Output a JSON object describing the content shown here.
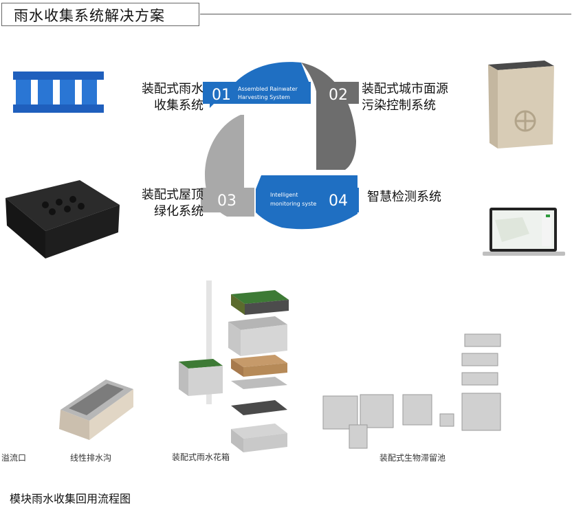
{
  "header": {
    "title": "雨水收集系统解决方案"
  },
  "cycle": {
    "q1": {
      "num": "01",
      "en_line1": "Assembled Rainwater",
      "en_line2": "Harvesting System",
      "label_line1": "装配式雨水",
      "label_line2": "收集系统"
    },
    "q2": {
      "num": "02",
      "label_line1": "装配式城市面源",
      "label_line2": "污染控制系统"
    },
    "q3": {
      "num": "03",
      "label_line1": "装配式屋顶",
      "label_line2": "绿化系统"
    },
    "q4": {
      "num": "04",
      "en_line1": "Intelligent",
      "en_line2": "monitoring syste",
      "label": "智慧检测系统"
    }
  },
  "captions": {
    "overflow": "溢流口",
    "drain": "线性排水沟",
    "planter": "装配式雨水花箱",
    "bio": "装配式生物滞留池"
  },
  "footer": {
    "text": "模块雨水收集回用流程图"
  },
  "colors": {
    "blue": "#1f6fc2",
    "gray": "#6d6d6d",
    "light_gray": "#a9a9a9"
  }
}
